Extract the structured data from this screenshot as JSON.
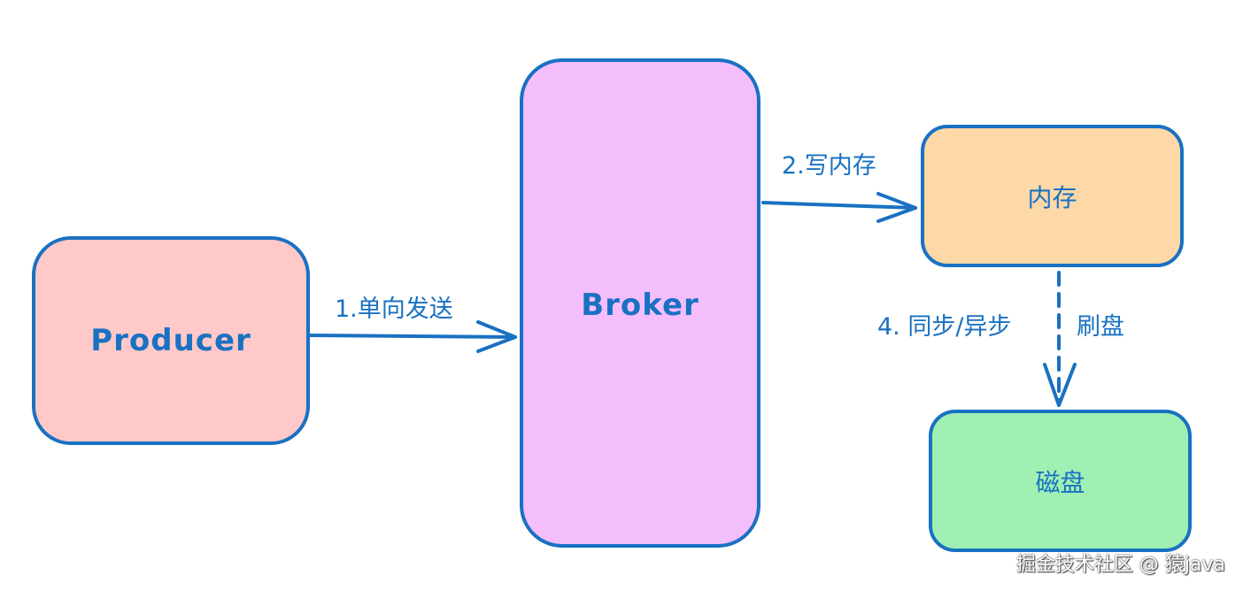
{
  "nodes": {
    "producer": "Producer",
    "broker": "Broker",
    "memory": "内存",
    "disk": "磁盘"
  },
  "edges": {
    "send": "1.单向发送",
    "write_memory": "2.写内存",
    "sync_async": "4. 同步/异步",
    "flush": "刷盘"
  },
  "watermark": "掘金技术社区 @ 猿java",
  "colors": {
    "stroke": "#1971c2",
    "producer_fill": "#ffc9c9",
    "broker_fill": "#f4bdfc",
    "memory_fill": "#ffd8a8",
    "disk_fill": "#a0f0b4"
  }
}
